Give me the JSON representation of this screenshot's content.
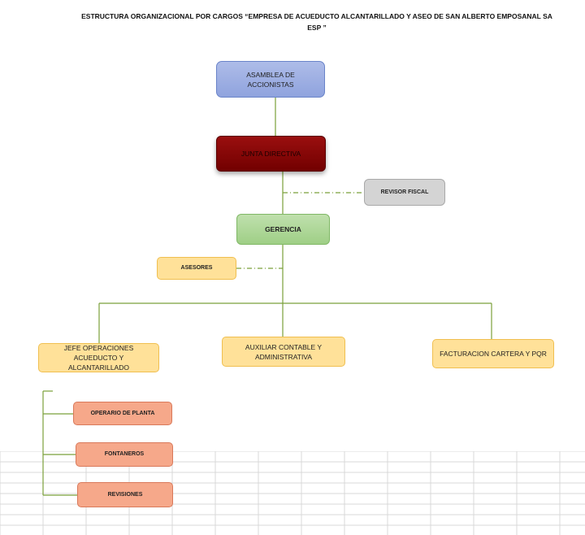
{
  "title_line1": "ESTRUCTURA ORGANIZACIONAL POR  CARGOS “EMPRESA DE ACUEDUCTO ALCANTARILLADO Y ASEO DE SAN ALBERTO EMPOSANAL SA",
  "title_line2": "ESP ”",
  "nodes": {
    "asamblea": "ASAMBLEA DE ACCIONISTAS",
    "junta": "JUNTA DIRECTIVA",
    "revisor": "REVISOR FISCAL",
    "gerencia": "GERENCIA",
    "asesores": "ASESORES",
    "jefe": "JEFE OPERACIONES ACUEDUCTO Y ALCANTARILLADO",
    "auxiliar": "AUXILIAR CONTABLE  Y ADMINISTRATIVA",
    "facturacion": "FACTURACION CARTERA Y PQR",
    "operario": "OPERARIO DE PLANTA",
    "fontaneros": "FONTANEROS",
    "revisiones": "REVISIONES"
  },
  "colors": {
    "connector": "#7aa03a",
    "asamblea": "#9aaee2",
    "junta": "#800000",
    "revisor": "#d4d4d4",
    "gerencia": "#a9d58f",
    "yellow_boxes": "#ffe199",
    "orange_boxes": "#f6a88a",
    "sheet_grid": "#d6d6d6"
  }
}
